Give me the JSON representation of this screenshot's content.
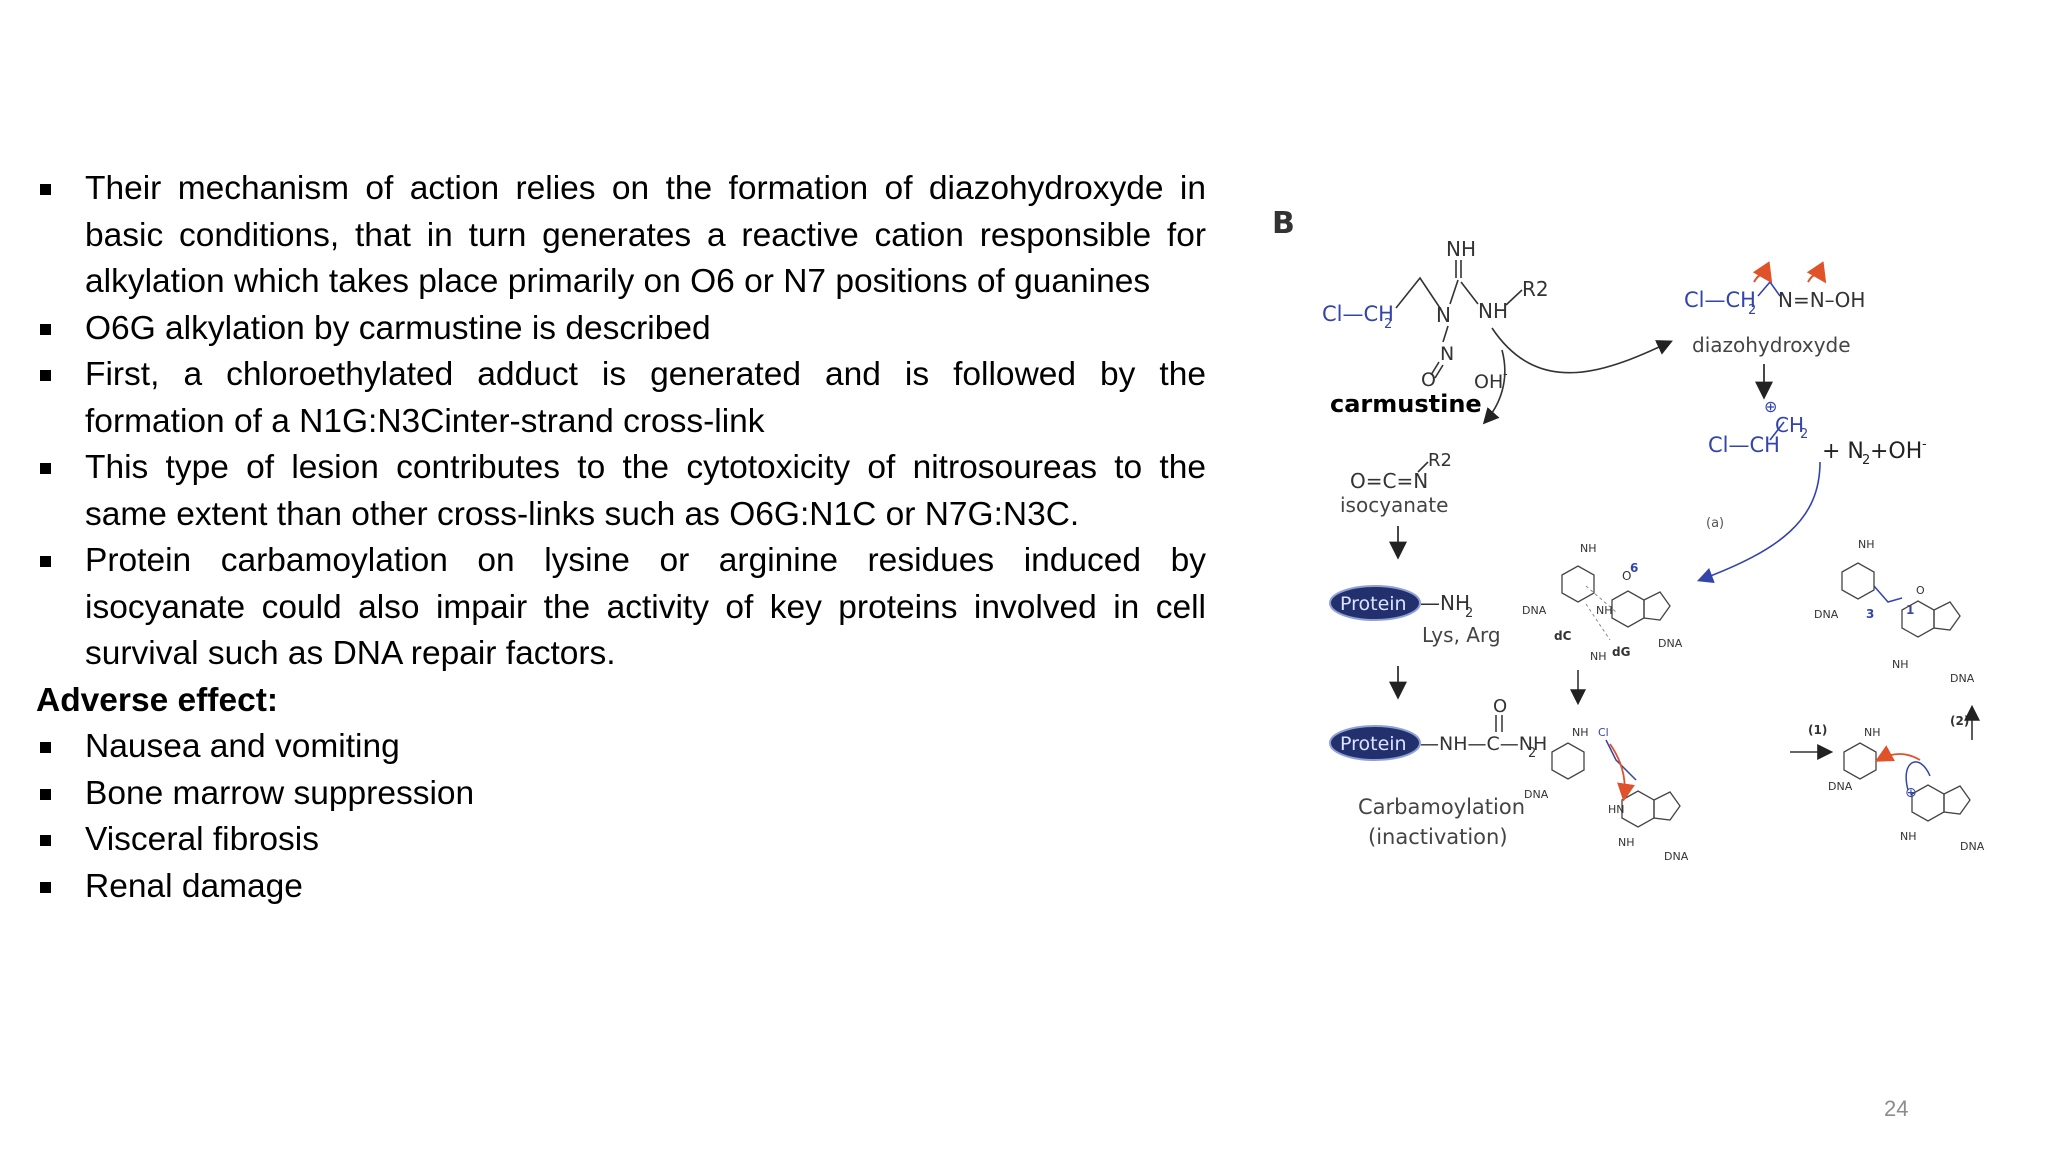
{
  "bullets": [
    "Their mechanism of action relies on the formation of diazohydroxyde in basic conditions, that in turn generates a reactive cation responsible for alkylation which takes place primarily on O6 or N7 positions of guanines",
    "O6G alkylation by carmustine is described",
    "First, a chloroethylated adduct is generated and is followed by the formation of a N1G:N3Cinter-strand cross-link",
    "This type of lesion contributes to the cytotoxicity of nitrosoureas to the same extent than other cross-links such as O6G:N1C or N7G:N3C.",
    "Protein carbamoylation on lysine or arginine residues induced by isocyanate could also impair the activity of key proteins involved in cell survival such as DNA repair factors."
  ],
  "adverse_heading": "Adverse effect:",
  "adverse_items": [
    "Nausea and vomiting",
    "Bone marrow suppression",
    "Visceral fibrosis",
    "Renal damage"
  ],
  "figure": {
    "panel_letter": "B",
    "carmustine_label": "carmustine",
    "carm_nh": "NH",
    "carm_n": "N",
    "carm_nh2": "NH",
    "carm_r2": "R2",
    "carm_clch2": "Cl—CH",
    "carm_sub2": "2",
    "carm_no_n": "N",
    "carm_no_o": "O",
    "oh_minus": "OH",
    "minus_sup": "-",
    "diazo_formula": "Cl—CH",
    "diazo_nnoh": "N=N–OH",
    "diazo_sub2": "2",
    "diazo_label": "diazohydroxyde",
    "cation_plus": "⊕",
    "cation_ch2": "CH",
    "cation_sub2": "2",
    "cation_clch2": "Cl—CH",
    "cation_byproducts": "+ N",
    "cation_oh": "+OH",
    "iso_formula": "O=C=N",
    "iso_r2": "R2",
    "iso_label": "isocyanate",
    "protein_label": "Protein",
    "nh2_tail": "—NH",
    "nh2_sub": "2",
    "lys_arg": "Lys, Arg",
    "carbamoyl_tail": "—NH—C—NH",
    "carbamoyl_o": "O",
    "carbamoylation_label": "Carbamoylation",
    "inactivation_label": "(inactivation)",
    "step_a": "(a)",
    "step_1": "(1)",
    "step_2": "(2)",
    "num_6": "6",
    "num_1": "1",
    "num_3": "3",
    "dna": "DNA",
    "dc": "dC",
    "dg": "dG",
    "nh2": "NH",
    "cl": "Cl",
    "o": "O",
    "n": "N",
    "hn": "HN",
    "nh": "NH",
    "plus": "⊕"
  },
  "page_number": "24",
  "colors": {
    "blue": "#3344aa",
    "red": "#e0522a",
    "protein_fill": "#23306e"
  }
}
